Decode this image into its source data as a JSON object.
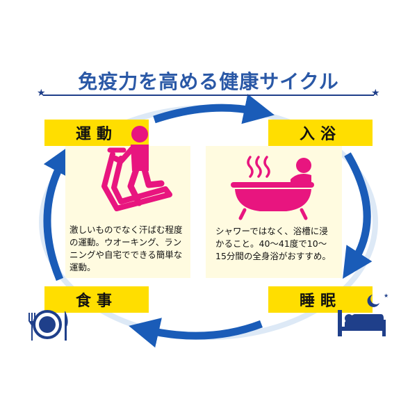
{
  "title": "免疫力を高める健康サイクル",
  "steps": {
    "exercise": {
      "label": "運動",
      "icon": "treadmill-runner-icon",
      "description": "激しいものでなく汗ばむ程度の運動。ウオーキング、ランニングや自宅でできる簡単な運動。"
    },
    "bath": {
      "label": "入浴",
      "icon": "bathtub-icon",
      "description": "シャワーではなく、浴槽に浸かること。40〜41度で10〜15分間の全身浴がおすすめ。"
    },
    "sleep": {
      "label": "睡眠",
      "icon": "sleeping-bed-icon"
    },
    "meal": {
      "label": "食事",
      "icon": "plate-fork-knife-icon"
    }
  },
  "colors": {
    "title": "#2a58a6",
    "arrow": "#1a5cb8",
    "label_bg": "#ffde00",
    "card_bg": "#fffbe0",
    "icon": "#e8157f",
    "bed_icon": "#1f3f8a"
  }
}
